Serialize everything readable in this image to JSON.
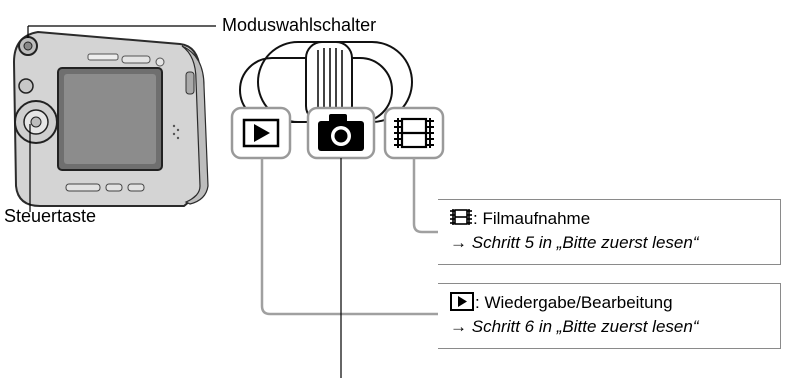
{
  "labels": {
    "mode_switch": "Moduswahlschalter",
    "control_button": "Steuertaste"
  },
  "modes": {
    "movie": {
      "title": ": Filmaufnahme",
      "arrow": "→",
      "reference": "Schritt 5 in „Bitte zuerst lesen“"
    },
    "playback": {
      "title": ": Wiedergabe/Bearbeitung",
      "arrow": "→",
      "reference": "Schritt 6 in „Bitte zuerst lesen“"
    }
  },
  "colors": {
    "leader_line": "#a0a0a0",
    "camera_body": "#d4d4d4",
    "lcd_screen": "#777777",
    "icon_frame": "#9a9a9a"
  },
  "icons": [
    "playback-icon",
    "camera-icon",
    "movie-icon"
  ]
}
